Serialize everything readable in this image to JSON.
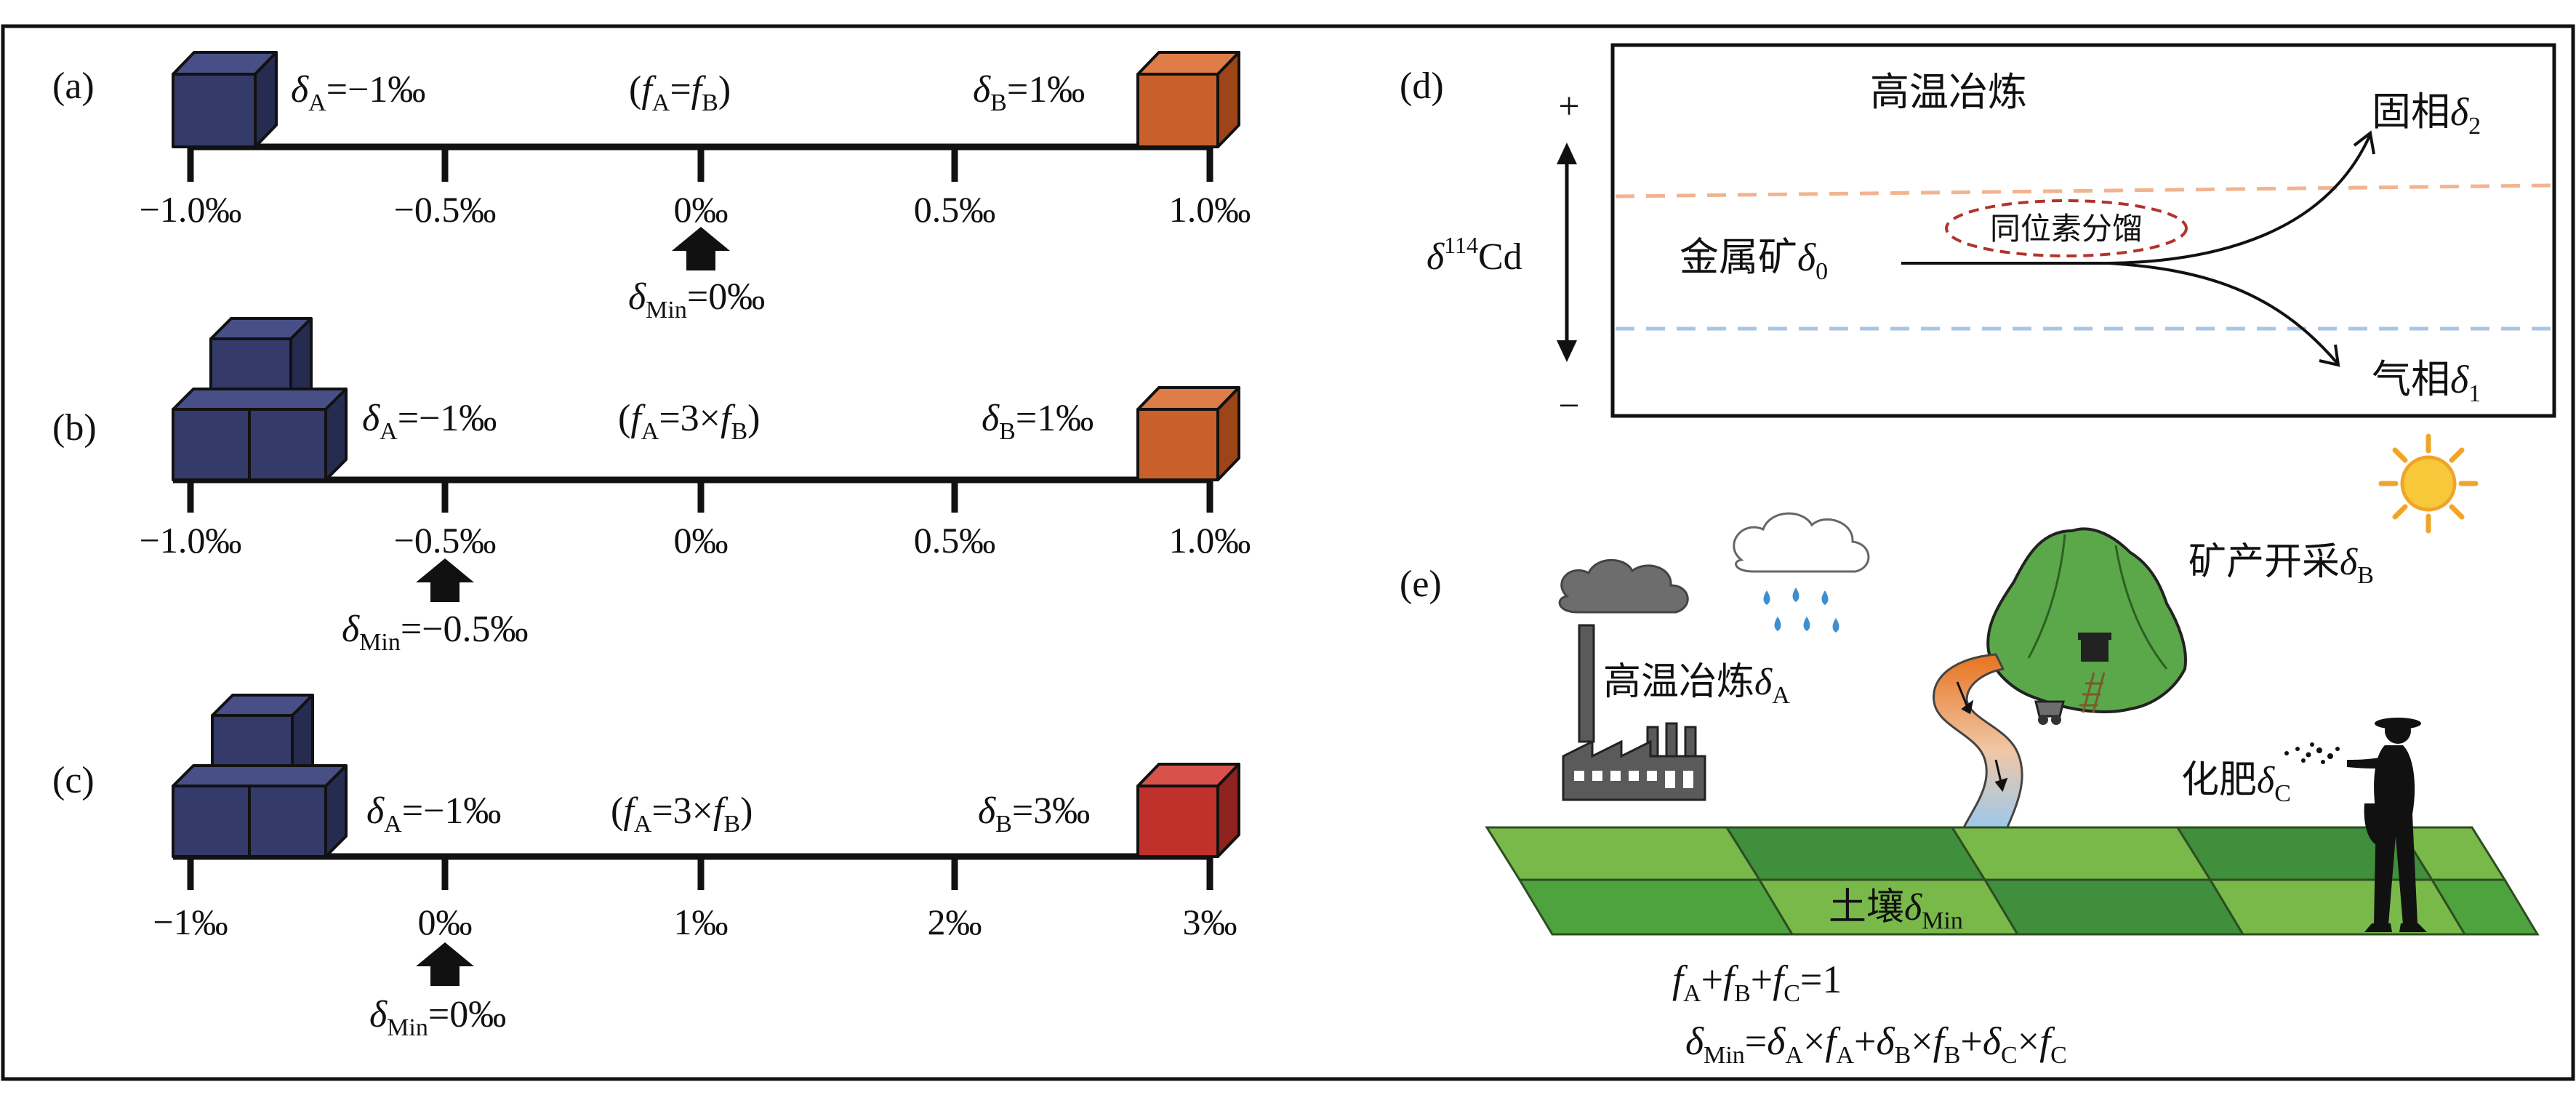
{
  "panel_a": {
    "label": "(a)",
    "deltaA": "−1‰",
    "ratio_pre": "(",
    "fA": "f",
    "fA_sub": "A",
    "ratio_op": "=",
    "fB": "f",
    "fB_sub": "B",
    "ratio_post": ")",
    "deltaB": "1‰",
    "ticks": [
      "−1.0‰",
      "−0.5‰",
      "0‰",
      "0.5‰",
      "1.0‰"
    ],
    "min_value": "0‰"
  },
  "panel_b": {
    "label": "(b)",
    "deltaA": "−1‰",
    "ratio_pre": "(",
    "fA": "f",
    "fA_sub": "A",
    "ratio_op": "=3×",
    "fB": "f",
    "fB_sub": "B",
    "ratio_post": ")",
    "deltaB": "1‰",
    "ticks": [
      "−1.0‰",
      "−0.5‰",
      "0‰",
      "0.5‰",
      "1.0‰"
    ],
    "min_value": "−0.5‰"
  },
  "panel_c": {
    "label": "(c)",
    "deltaA": "−1‰",
    "ratio_pre": "(",
    "fA": "f",
    "fA_sub": "A",
    "ratio_op": "=3×",
    "fB": "f",
    "fB_sub": "B",
    "ratio_post": ")",
    "deltaB": "3‰",
    "ticks": [
      "−1‰",
      "0‰",
      "1‰",
      "2‰",
      "3‰"
    ],
    "min_value": "0‰"
  },
  "panel_d": {
    "label": "(d)",
    "title": "高温冶炼",
    "plus": "+",
    "minus": "−",
    "axis_delta": "δ",
    "axis_sup": "114",
    "axis_rest": "Cd",
    "ore": "金属矿",
    "ore_sub": "0",
    "fractionation": "同位素分馏",
    "solid": "固相",
    "solid_sub": "2",
    "gas": "气相",
    "gas_sub": "1"
  },
  "panel_e": {
    "label": "(e)",
    "smelting": "高温冶炼",
    "smelting_sub": "A",
    "mining": "矿产开采",
    "mining_sub": "B",
    "fertilizer": "化肥",
    "fertilizer_sub": "C",
    "soil": "土壤",
    "soil_sub": "Min",
    "eq1": "f_A+f_B+f_C=1",
    "eq2": "δ_Min=δ_A×f_A+δ_B×f_B+δ_C×f_C"
  },
  "common": {
    "delta": "δ",
    "sub_A": "A",
    "sub_B": "B",
    "sub_Min": "Min",
    "eq": "="
  },
  "colors": {
    "cube_blue": "#343a6a",
    "cube_orange": "#c9602b",
    "cube_red": "#c0312c",
    "field_light": "#79b94a",
    "field_dark": "#3f8f3c"
  }
}
